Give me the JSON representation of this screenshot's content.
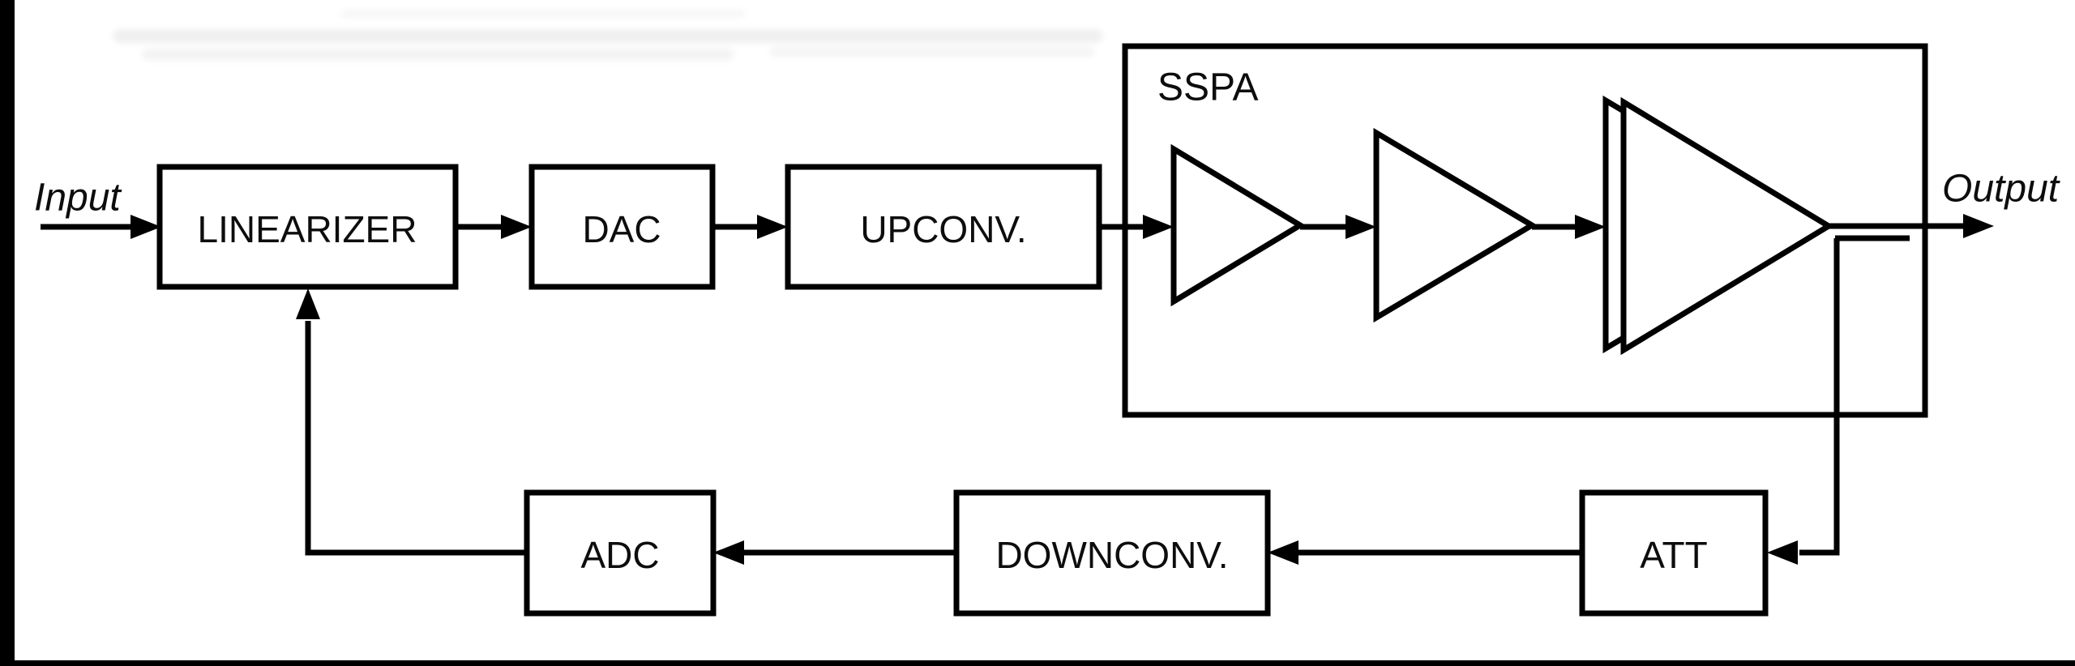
{
  "diagram": {
    "type": "block-diagram",
    "description": "Adaptive linearizer feedback loop around an SSPA transmitter chain",
    "input_label": "Input",
    "output_label": "Output",
    "blocks": {
      "linearizer": {
        "label": "LINEARIZER"
      },
      "dac": {
        "label": "DAC"
      },
      "upconv": {
        "label": "UPCONV."
      },
      "sspa": {
        "label": "SSPA",
        "amplifier_stages": 3,
        "final_stage_parallel": true
      },
      "att": {
        "label": "ATT"
      },
      "downconv": {
        "label": "DOWNCONV."
      },
      "adc": {
        "label": "ADC"
      }
    },
    "forward_path": [
      "Input",
      "LINEARIZER",
      "DAC",
      "UPCONV.",
      "SSPA",
      "Output"
    ],
    "feedback_path": [
      "Output coupler",
      "ATT",
      "DOWNCONV.",
      "ADC",
      "LINEARIZER"
    ],
    "colors": {
      "line": "#000000",
      "background": "#ffffff",
      "page_edge": "#000000",
      "scan_ghosting": "#8a8a8a"
    }
  }
}
